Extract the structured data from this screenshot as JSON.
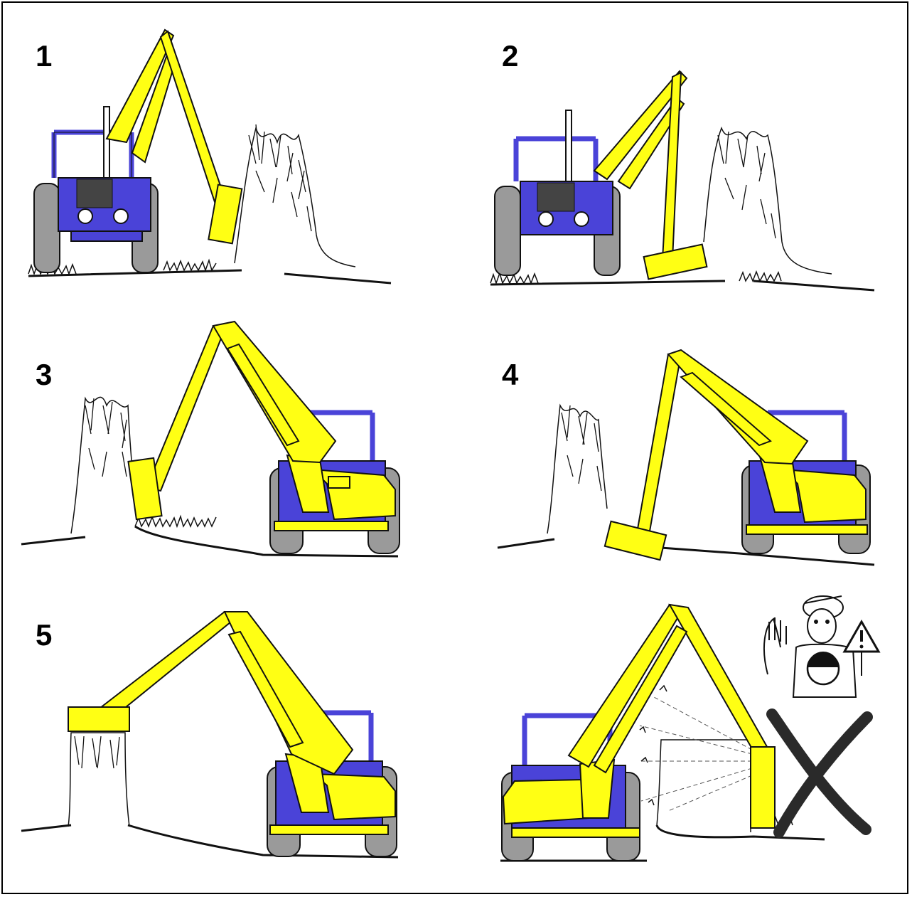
{
  "colors": {
    "tractor_body": "#4a43d8",
    "flail_arm": "#ffff14",
    "outline": "#111111",
    "tyre": "#9a9a9a",
    "cross": "#2a2a2a"
  },
  "panels": [
    {
      "number": "1",
      "icon": "tractor-front-flail-hedge-side-icon"
    },
    {
      "number": "2",
      "icon": "tractor-front-flail-hedge-low-icon"
    },
    {
      "number": "3",
      "icon": "tractor-rear-flail-hedge-side-icon"
    },
    {
      "number": "4",
      "icon": "tractor-rear-flail-hedge-low-icon"
    },
    {
      "number": "5",
      "icon": "tractor-rear-flail-hedge-top-icon"
    },
    {
      "number": "",
      "icon": "tractor-rear-flail-wrong-position-icon"
    }
  ],
  "warning": {
    "icon": "stop-warning-mascot-icon",
    "cross_icon": "prohibited-cross-icon"
  }
}
